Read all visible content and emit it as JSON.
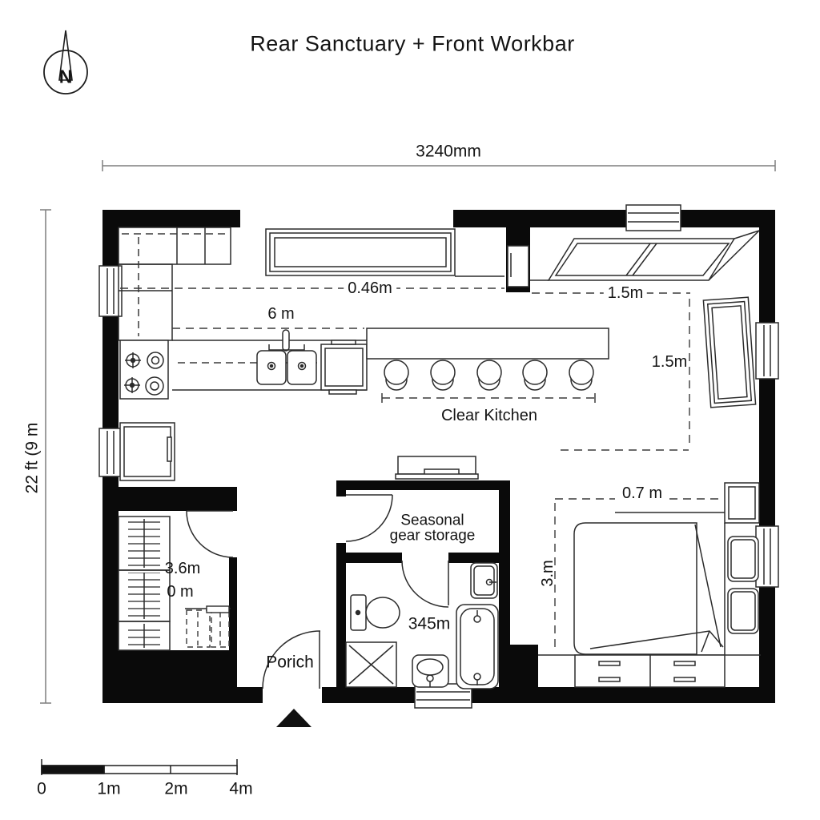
{
  "title": "Rear Sanctuary + Front Workbar",
  "north": "N",
  "dims": {
    "width_top": "3240mm",
    "height_left": "22 ft (9 m",
    "offset_046": "0.46m",
    "run_6m": "6 m",
    "sky_w": "1.5m",
    "sky_h": "1.5m",
    "clear_kitchen": "Clear Kitchen",
    "closet_w": "3.6m",
    "closet_0": "0 m",
    "bed_gap": "0.7 m",
    "bed_len": "3.m",
    "bath": "345m"
  },
  "rooms": {
    "storage1": "Seasonal",
    "storage2": "gear storage",
    "porch": "Porich"
  },
  "scale": {
    "t0": "0",
    "t1": "1m",
    "t2": "2m",
    "t3": "4m"
  }
}
